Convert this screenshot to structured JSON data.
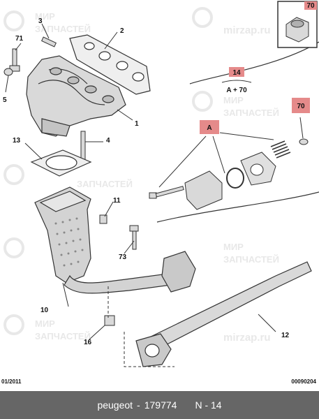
{
  "callouts": {
    "c3": "3",
    "c2": "2",
    "c71": "71",
    "c5": "5",
    "c1": "1",
    "c13": "13",
    "c4": "4",
    "c11": "11",
    "c73": "73",
    "c10": "10",
    "c16": "16",
    "c12": "12",
    "c14": "14",
    "c14_sub": "A + 70",
    "c70_box": "70",
    "cA": "A",
    "c70_mid": "70"
  },
  "watermark": {
    "brand_ru_1": "МИР",
    "brand_ru_2": "ЗАПЧАСТЕЙ",
    "domain": "mirzap.ru"
  },
  "footer": {
    "date": "01/2011",
    "code": "00090204"
  },
  "caption": {
    "brand": "peugeot",
    "separator": "-",
    "part_number": "179774",
    "section": "N - 14"
  },
  "colors": {
    "highlight": "#e58a8a",
    "caption_bg": "#666666",
    "part_fill": "#d9d9d9",
    "outline": "#333333"
  }
}
